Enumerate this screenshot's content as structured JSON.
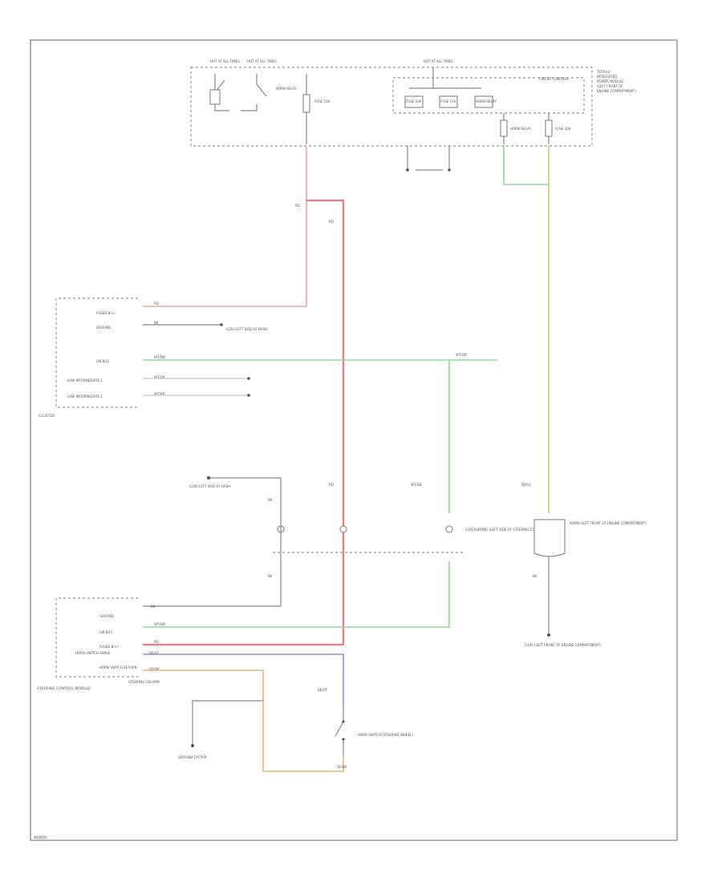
{
  "footer": {
    "code": "W00000"
  },
  "modules": {
    "top": {
      "title_lines": [
        "TOTALLY",
        "INTEGRATED",
        "POWER MODULE",
        "(LEFT FRONT OF",
        "ENGINE COMPARTMENT)"
      ],
      "fuse_left_label": "HOT AT ALL TIMES",
      "fuse_mid_label": "HOT AT ALL TIMES",
      "fuse_top_label": "HOT AT ALL TIMES",
      "relay_label": "HORN RELAY",
      "fuse_a_label": "FUSE 10A",
      "fuse_b_label": "FUSE 20A",
      "fuse_c_label": "FUSE 15A",
      "module_label": "CIRCUIT CONTROL",
      "relay_x_label": "HORN RELAY",
      "relay_y_label": "HORN RELAY",
      "fuse_d_label": "FUSE 20A"
    },
    "cluster": {
      "title": "CLUSTER",
      "pins": [
        "FUSED B(+)",
        "GROUND",
        "LIN BUS",
        "LOW INTERMEDIATE 1",
        "LOW INTERMEDIATE 2"
      ],
      "wires": [
        "RD",
        "BK",
        "WT/DB",
        "WT/OR",
        "WT/BN"
      ],
      "ground_label": "G202 LEFT SIDE OF DASH"
    },
    "sccm": {
      "title": "STEERING CONTROL MODULE",
      "pins": [
        "GROUND",
        "LIN BUS",
        "FUSED B(+)",
        "HORN SWITCH SENSE",
        "HORN SWITCH RETURN"
      ],
      "wires": [
        "BK",
        "WT/DB",
        "RD",
        "BK/VT",
        "OR/BK"
      ],
      "subtitle": "STEERING COLUMN"
    },
    "clockspring": {
      "label": "CLOCKSPRING (LEFT SIDE OF STEERING COLUMN)"
    },
    "horn_switch": {
      "label": "HORN SWITCH (STEERING WHEEL)"
    },
    "horn": {
      "label": "HORN (LEFT FRONT OF ENGINE COMPARTMENT)"
    },
    "g100": {
      "label": "G100 (LEFT FRONT OF ENGINE COMPARTMENT)"
    },
    "g200": {
      "label": "G200 LEFT SIDE OF DASH"
    },
    "ground_left": {
      "label": "GROUND SYSTEM"
    }
  },
  "wire_labels": {
    "w1": "RD",
    "w2": "RD",
    "w3": "WT/DB",
    "w4": "WT/DB",
    "w5": "DB/YL",
    "w6": "BK",
    "w7": "BK",
    "w8": "RD",
    "w9": "BK/VT",
    "w10": "OR/BK",
    "w11": "BK"
  }
}
